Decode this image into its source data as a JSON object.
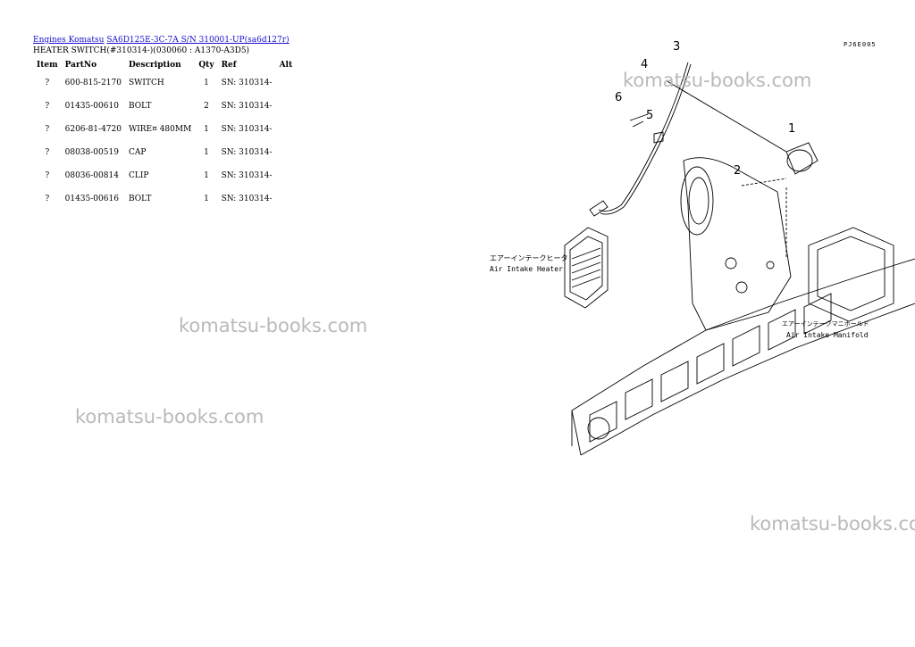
{
  "breadcrumb": {
    "root": "Engines Komatsu",
    "model": "SA6D125E-3C-7A S/N 310001-UP(sa6d127r)"
  },
  "subtitle": "HEATER SWITCH(#310314-)(030060 : A1370-A3D5)",
  "table": {
    "headers": [
      "Item",
      "PartNo",
      "Description",
      "Qty",
      "Ref",
      "Alt"
    ],
    "rows": [
      {
        "item": "?",
        "partno": "600-815-2170",
        "desc": "SWITCH",
        "qty": "1",
        "ref": "SN: 310314-",
        "alt": ""
      },
      {
        "item": "?",
        "partno": "01435-00610",
        "desc": "BOLT",
        "qty": "2",
        "ref": "SN: 310314-",
        "alt": ""
      },
      {
        "item": "?",
        "partno": "6206-81-4720",
        "desc": "WIRE¤ 480MM",
        "qty": "1",
        "ref": "SN: 310314-",
        "alt": ""
      },
      {
        "item": "?",
        "partno": "08038-00519",
        "desc": "CAP",
        "qty": "1",
        "ref": "SN: 310314-",
        "alt": ""
      },
      {
        "item": "?",
        "partno": "08036-00814",
        "desc": "CLIP",
        "qty": "1",
        "ref": "SN: 310314-",
        "alt": ""
      },
      {
        "item": "?",
        "partno": "01435-00616",
        "desc": "BOLT",
        "qty": "1",
        "ref": "SN: 310314-",
        "alt": ""
      }
    ]
  },
  "diagram": {
    "code": "PJ6E005",
    "callouts": [
      "1",
      "2",
      "3",
      "4",
      "5",
      "6"
    ],
    "label_heater_jp": "エアーインテークヒータ",
    "label_heater_en": "Air Intake Heater",
    "label_manifold_jp": "エアーインテークマニホールド",
    "label_manifold_en": "Air Intake Manifold"
  },
  "watermark": "komatsu-books.com"
}
